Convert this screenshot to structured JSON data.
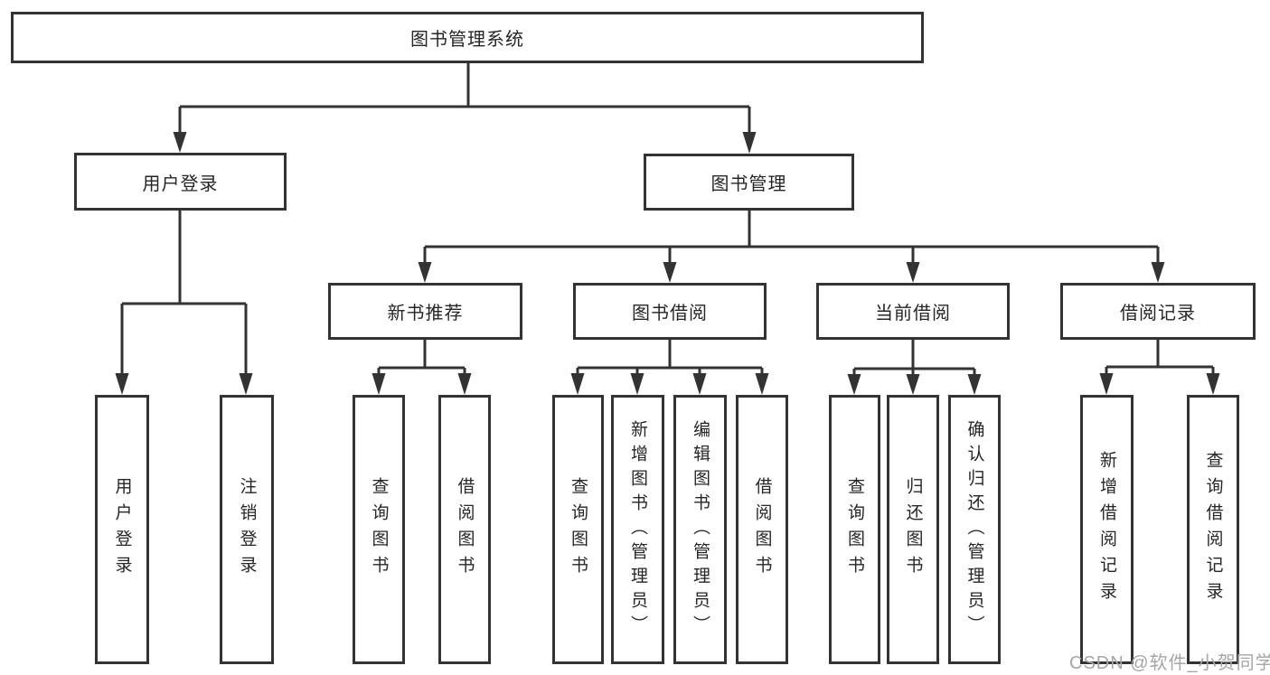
{
  "nodes": {
    "root": {
      "label": "图书管理系统"
    },
    "user_login": {
      "label": "用户登录"
    },
    "book_management": {
      "label": "图书管理"
    },
    "new_book_recommend": {
      "label": "新书推荐"
    },
    "book_borrowing": {
      "label": "图书借阅"
    },
    "current_borrowing": {
      "label": "当前借阅"
    },
    "borrowing_records": {
      "label": "借阅记录"
    },
    "leaf_user_login": {
      "label": "用户登录"
    },
    "leaf_logout_login": {
      "label": "注销登录"
    },
    "leaf_recommend_query_books": {
      "label": "查询图书"
    },
    "leaf_recommend_borrow_books": {
      "label": "借阅图书"
    },
    "leaf_borrowing_query_books": {
      "label": "查询图书"
    },
    "leaf_borrowing_add_books": {
      "label": "新增图书（管理员）"
    },
    "leaf_borrowing_edit_books": {
      "label": "编辑图书（管理员）"
    },
    "leaf_borrowing_borrow_books": {
      "label": "借阅图书"
    },
    "leaf_current_query_books": {
      "label": "查询图书"
    },
    "leaf_current_return_books": {
      "label": "归还图书"
    },
    "leaf_current_confirm_return": {
      "label": "确认归还（管理员）"
    },
    "leaf_records_add_record": {
      "label": "新增借阅记录"
    },
    "leaf_records_query_record": {
      "label": "查询借阅记录"
    }
  },
  "watermark": "CSDN @软件_小贺同学",
  "colors": {
    "line": "#333333",
    "text": "#262626",
    "background": "#ffffff",
    "watermark": "#a6a6a6"
  }
}
